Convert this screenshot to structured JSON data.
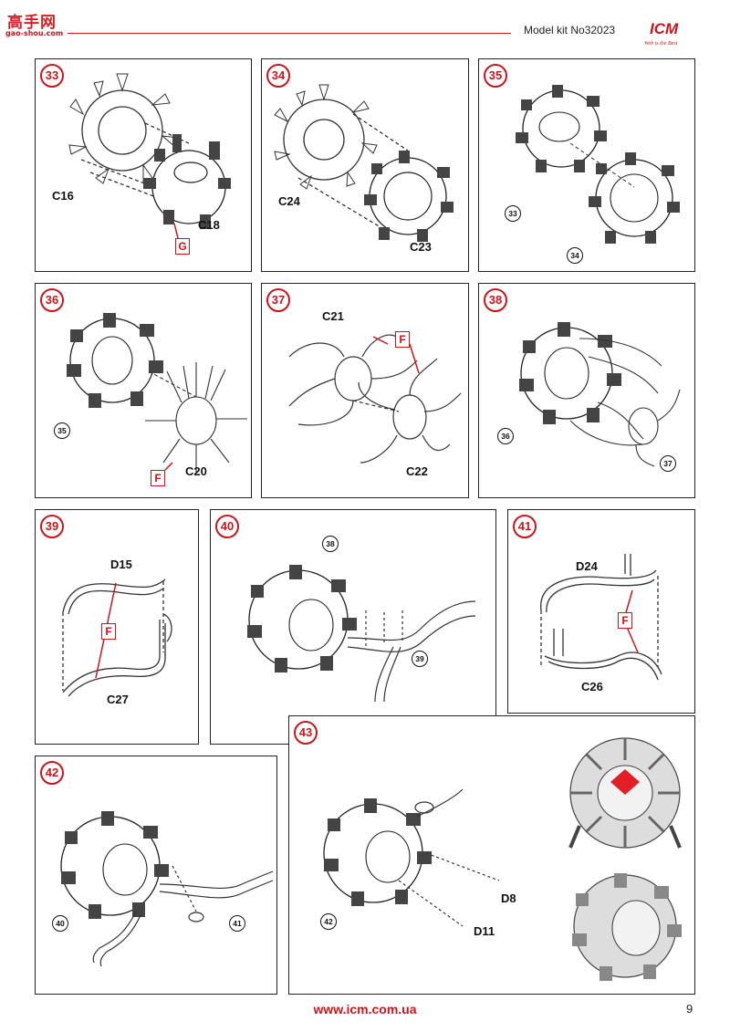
{
  "header": {
    "watermark_cn": "高手网",
    "watermark_en": "gao-shou.com",
    "kit_label": "Model kit No32023",
    "brand": "ICM",
    "brand_slogan": "Web is the Best"
  },
  "colors": {
    "accent": "#c8161d",
    "ink": "#222222",
    "highlight": "#e41e26"
  },
  "steps": [
    {
      "number": "33",
      "parts": [
        "C16",
        "C18"
      ],
      "callouts": [
        "G"
      ],
      "references": []
    },
    {
      "number": "34",
      "parts": [
        "C24",
        "C23"
      ],
      "callouts": [],
      "references": []
    },
    {
      "number": "35",
      "parts": [],
      "callouts": [],
      "references": [
        "33",
        "34"
      ]
    },
    {
      "number": "36",
      "parts": [
        "C20"
      ],
      "callouts": [
        "F"
      ],
      "references": [
        "35"
      ]
    },
    {
      "number": "37",
      "parts": [
        "C21",
        "C22"
      ],
      "callouts": [
        "F"
      ],
      "references": []
    },
    {
      "number": "38",
      "parts": [],
      "callouts": [],
      "references": [
        "36",
        "37"
      ]
    },
    {
      "number": "39",
      "parts": [
        "D15",
        "C27"
      ],
      "callouts": [
        "F"
      ],
      "references": []
    },
    {
      "number": "40",
      "parts": [],
      "callouts": [],
      "references": [
        "38",
        "39"
      ]
    },
    {
      "number": "41",
      "parts": [
        "D24",
        "C26"
      ],
      "callouts": [
        "F"
      ],
      "references": []
    },
    {
      "number": "42",
      "parts": [],
      "callouts": [],
      "references": [
        "40",
        "41"
      ]
    },
    {
      "number": "43",
      "parts": [
        "D8",
        "D11"
      ],
      "callouts": [],
      "references": [
        "42"
      ]
    }
  ],
  "footer": {
    "url": "www.icm.com.ua",
    "page_number": "9"
  }
}
